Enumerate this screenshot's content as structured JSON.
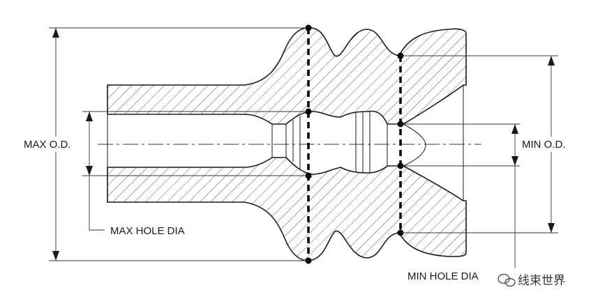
{
  "labels": {
    "max_od": "MAX O.D.",
    "min_od": "MIN O.D.",
    "max_hole_dia": "MAX HOLE DIA",
    "min_hole_dia": "MIN HOLE DIA"
  },
  "watermark": {
    "text": "线束世界",
    "icon": "wechat-icon"
  },
  "colors": {
    "line": "#1a1a1a",
    "hatch": "#555555",
    "background": "#ffffff"
  }
}
